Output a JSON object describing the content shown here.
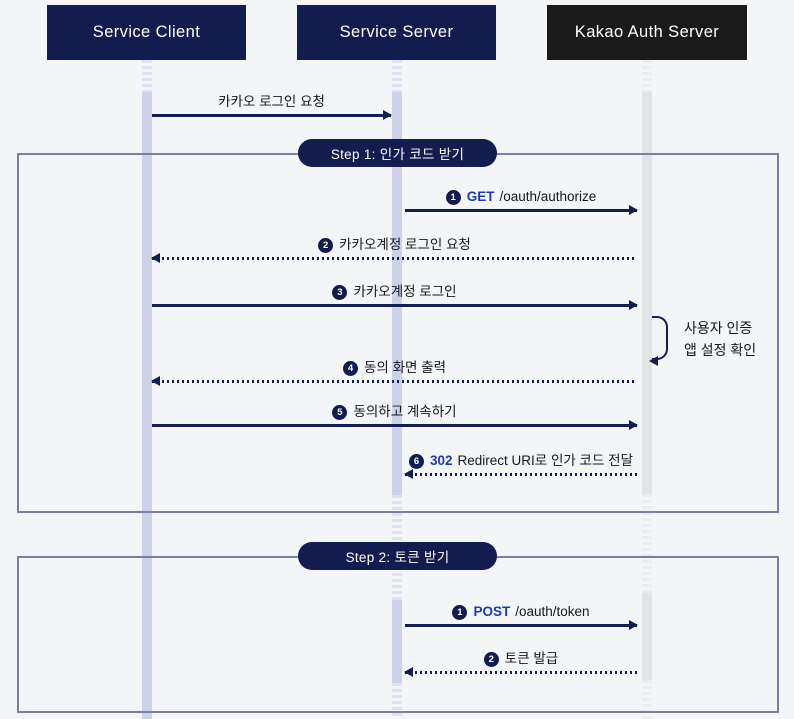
{
  "colors": {
    "background": "#f4f5f6",
    "navy_accent": "#131c4e",
    "kakao_black": "#1a1a1a",
    "keyword_blue": "#1c3cad",
    "frame_border": "#7a7f9b",
    "lifeline_lavender": "#cdd2e8",
    "lifeline_gray": "#e2e3e5"
  },
  "actors": [
    {
      "label": "Service Client"
    },
    {
      "label": "Service Server"
    },
    {
      "label": "Kakao Auth Server"
    }
  ],
  "intro": {
    "label": "카카오 로그인 요청"
  },
  "step1": {
    "title": "Step 1: 인가 코드 받기",
    "m1": {
      "num": "1",
      "keyword": "GET",
      "rest": "/oauth/authorize"
    },
    "m2": {
      "num": "2",
      "label": "카카오계정 로그인 요청"
    },
    "m3": {
      "num": "3",
      "label": "카카오계정 로그인"
    },
    "note": {
      "line1": "사용자 인증",
      "line2": "앱 설정 확인"
    },
    "m4": {
      "num": "4",
      "label": "동의 화면 출력"
    },
    "m5": {
      "num": "5",
      "label": "동의하고 계속하기"
    },
    "m6": {
      "num": "6",
      "keyword": "302",
      "rest": "Redirect URI로 인가 코드 전달"
    }
  },
  "step2": {
    "title": "Step 2: 토큰 받기",
    "m1": {
      "num": "1",
      "keyword": "POST",
      "rest": "/oauth/token"
    },
    "m2": {
      "num": "2",
      "label": "토큰 발급"
    }
  }
}
